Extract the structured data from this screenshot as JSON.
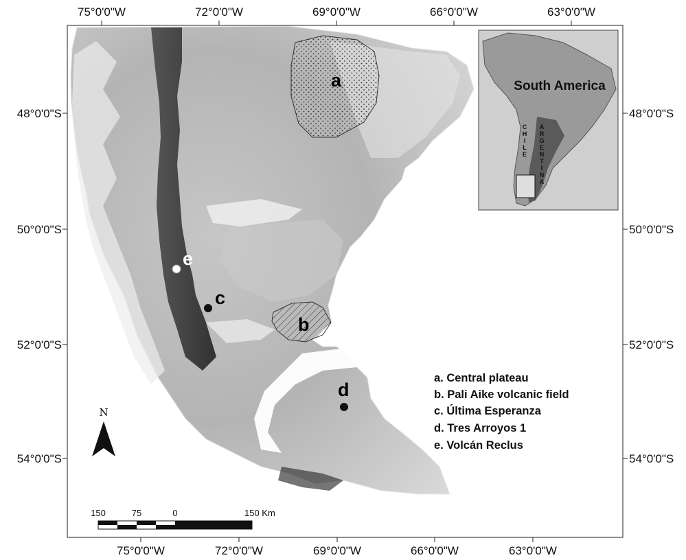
{
  "map": {
    "lon_ticks": [
      "75°0'0\"W",
      "72°0'0\"W",
      "69°0'0\"W",
      "66°0'0\"W",
      "63°0'0\"W"
    ],
    "lat_ticks": [
      "48°0'0\"S",
      "50°0'0\"S",
      "52°0'0\"S",
      "54°0'0\"S"
    ],
    "sites": [
      {
        "key": "a",
        "label": "a",
        "marker": "stipple-area"
      },
      {
        "key": "b",
        "label": "b",
        "marker": "hatched-area"
      },
      {
        "key": "c",
        "label": "c",
        "marker": "black-dot"
      },
      {
        "key": "d",
        "label": "d",
        "marker": "black-dot"
      },
      {
        "key": "e",
        "label": "e",
        "marker": "white-dot"
      }
    ],
    "legend": [
      "a. Central plateau",
      "b. Pali Aike volcanic field",
      "c. Última Esperanza",
      "d. Tres Arroyos 1",
      "e. Volcán Reclus"
    ],
    "north_arrow": {
      "label": "N",
      "icon": "north-arrow-icon"
    },
    "scale_bar": {
      "labels": [
        "150",
        "75",
        "0",
        "150 Km"
      ]
    },
    "inset": {
      "title": "South America",
      "chile_letters": [
        "C",
        "H",
        "I",
        "L",
        "E"
      ],
      "argentina_letters": [
        "A",
        "R",
        "G",
        "E",
        "N",
        "T",
        "I",
        "N",
        "A"
      ]
    },
    "colors": {
      "background": "#ffffff",
      "relief_dark": "#2b2b2b",
      "relief_light": "#d8d8d8",
      "inset_land": "#9a9a9a",
      "inset_argentina": "#5a5a5a"
    }
  }
}
